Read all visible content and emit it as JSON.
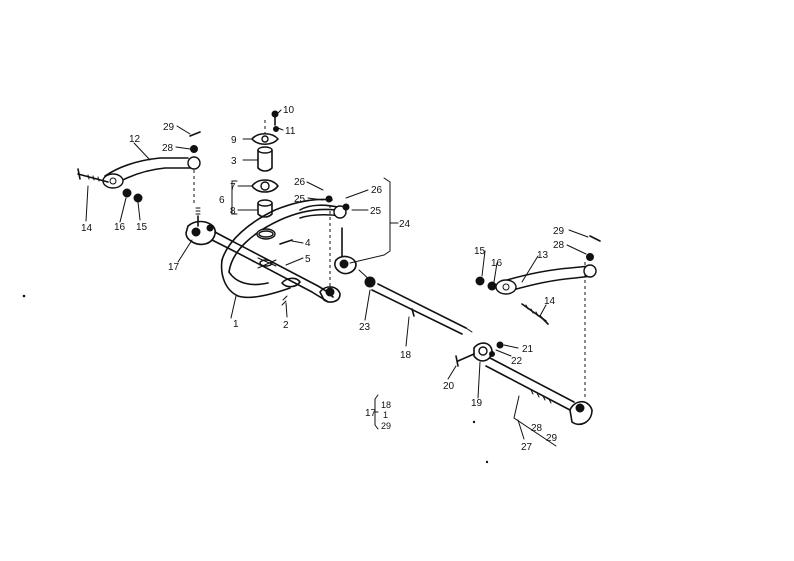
{
  "callouts": [
    {
      "id": "c1",
      "text": "1"
    },
    {
      "id": "c2",
      "text": "2"
    },
    {
      "id": "c3",
      "text": "3"
    },
    {
      "id": "c4",
      "text": "4"
    },
    {
      "id": "c5",
      "text": "5"
    },
    {
      "id": "c6",
      "text": "6"
    },
    {
      "id": "c7",
      "text": "7"
    },
    {
      "id": "c8",
      "text": "8"
    },
    {
      "id": "c9",
      "text": "9"
    },
    {
      "id": "c10",
      "text": "10"
    },
    {
      "id": "c11",
      "text": "11"
    },
    {
      "id": "c12",
      "text": "12"
    },
    {
      "id": "c13",
      "text": "13"
    },
    {
      "id": "c14a",
      "text": "14"
    },
    {
      "id": "c14b",
      "text": "14"
    },
    {
      "id": "c15a",
      "text": "15"
    },
    {
      "id": "c15b",
      "text": "15"
    },
    {
      "id": "c16a",
      "text": "16"
    },
    {
      "id": "c16b",
      "text": "16"
    },
    {
      "id": "c17",
      "text": "17"
    },
    {
      "id": "c18",
      "text": "18"
    },
    {
      "id": "c19",
      "text": "19"
    },
    {
      "id": "c20",
      "text": "20"
    },
    {
      "id": "c21",
      "text": "21"
    },
    {
      "id": "c22",
      "text": "22"
    },
    {
      "id": "c23",
      "text": "23"
    },
    {
      "id": "c24",
      "text": "24"
    },
    {
      "id": "c25a",
      "text": "25"
    },
    {
      "id": "c25b",
      "text": "25"
    },
    {
      "id": "c26a",
      "text": "26"
    },
    {
      "id": "c26b",
      "text": "26"
    },
    {
      "id": "c27",
      "text": "27"
    },
    {
      "id": "c28a",
      "text": "28"
    },
    {
      "id": "c28b",
      "text": "28"
    },
    {
      "id": "c28c",
      "text": "28"
    },
    {
      "id": "c29a",
      "text": "29"
    },
    {
      "id": "c29b",
      "text": "29"
    },
    {
      "id": "c29c",
      "text": "29"
    }
  ],
  "kit_note": {
    "main": "17",
    "items": [
      "18",
      "1",
      "29"
    ]
  }
}
